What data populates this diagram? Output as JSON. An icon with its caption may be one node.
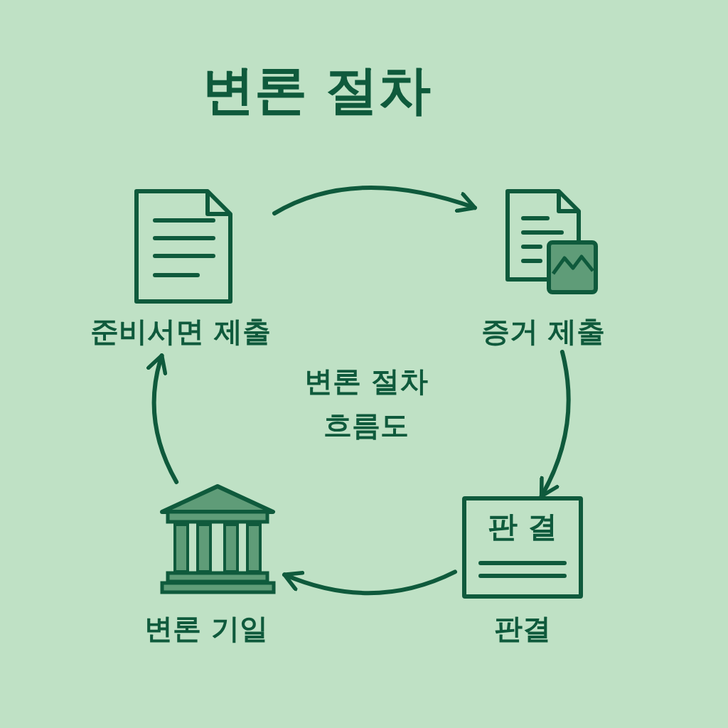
{
  "diagram": {
    "title": "변론 절차",
    "nodes": [
      {
        "text": [
          "준비서면 제출"
        ]
      },
      {
        "text": [
          "증거 제출"
        ]
      },
      {
        "text": [
          "판 결",
          "판결"
        ]
      },
      {
        "text": [
          "변론 기일"
        ]
      }
    ],
    "edges": [
      {
        "from": 0,
        "to": 1,
        "arrow": "to"
      },
      {
        "from": 1,
        "to": 2,
        "arrow": "to"
      },
      {
        "from": 2,
        "to": 3,
        "arrow": "to"
      },
      {
        "from": 3,
        "to": 0,
        "arrow": "to"
      }
    ],
    "labels": [
      "변론 절차 흐름도"
    ]
  }
}
